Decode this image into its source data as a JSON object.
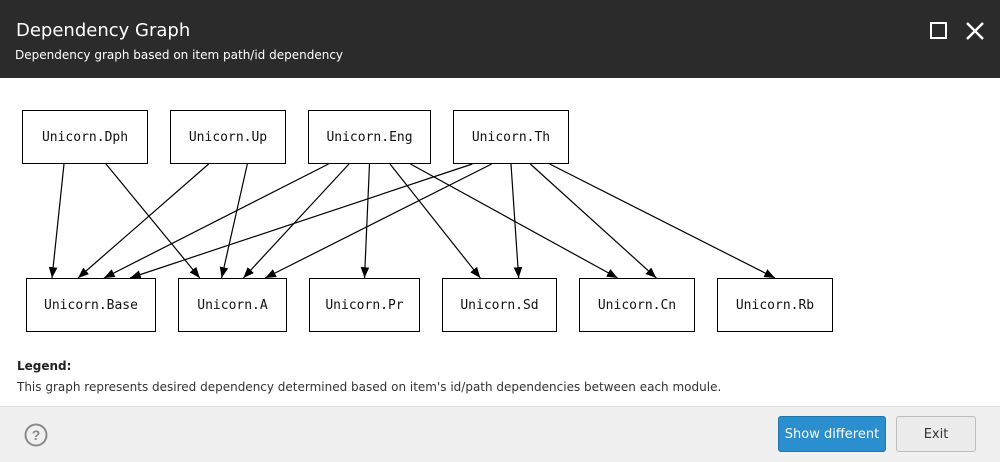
{
  "dialog": {
    "title": "Dependency Graph",
    "subtitle": "Dependency graph based on item path/id dependency",
    "maximize_icon": "maximize-icon",
    "close_icon": "close-icon"
  },
  "graph": {
    "top_nodes": [
      {
        "id": "dph",
        "label": "Unicorn.Dph"
      },
      {
        "id": "up",
        "label": "Unicorn.Up"
      },
      {
        "id": "eng",
        "label": "Unicorn.Eng"
      },
      {
        "id": "th",
        "label": "Unicorn.Th"
      }
    ],
    "bottom_nodes": [
      {
        "id": "base",
        "label": "Unicorn.Base"
      },
      {
        "id": "a",
        "label": "Unicorn.A"
      },
      {
        "id": "pr",
        "label": "Unicorn.Pr"
      },
      {
        "id": "sd",
        "label": "Unicorn.Sd"
      },
      {
        "id": "cn",
        "label": "Unicorn.Cn"
      },
      {
        "id": "rb",
        "label": "Unicorn.Rb"
      }
    ],
    "edges": [
      [
        "dph",
        "base"
      ],
      [
        "dph",
        "a"
      ],
      [
        "up",
        "base"
      ],
      [
        "up",
        "a"
      ],
      [
        "eng",
        "base"
      ],
      [
        "eng",
        "a"
      ],
      [
        "eng",
        "pr"
      ],
      [
        "eng",
        "sd"
      ],
      [
        "eng",
        "cn"
      ],
      [
        "th",
        "base"
      ],
      [
        "th",
        "a"
      ],
      [
        "th",
        "sd"
      ],
      [
        "th",
        "cn"
      ],
      [
        "th",
        "rb"
      ]
    ]
  },
  "legend": {
    "title": "Legend:",
    "text": "This graph represents desired dependency determined based on item's id/path dependencies between each module."
  },
  "footer": {
    "help_icon": "help-icon",
    "show_different_label": "Show different",
    "exit_label": "Exit"
  }
}
